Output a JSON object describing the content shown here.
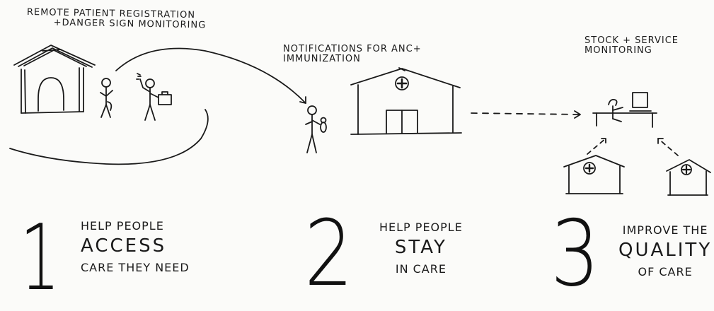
{
  "captions": {
    "registration": [
      "Remote patient registration",
      "+Danger sign monitoring"
    ],
    "notifications": [
      "Notifications for ANC+",
      "immunization"
    ],
    "stock": [
      "Stock + service",
      "monitoring"
    ]
  },
  "goals": [
    {
      "number": "1",
      "pre": "Help people",
      "key": "Access",
      "post": "care they need"
    },
    {
      "number": "2",
      "pre": "Help people",
      "key": "Stay",
      "post": "in care"
    },
    {
      "number": "3",
      "pre": "Improve the",
      "key": "Quality",
      "post": "of care"
    }
  ],
  "colors": {
    "ink": "#1a1a1a",
    "paper": "#fbfbf9"
  },
  "icons": [
    "hut-icon",
    "health-worker-icon",
    "mother-child-icon",
    "clinic-icon",
    "desk-computer-icon",
    "small-clinic-icon",
    "medical-cross-icon"
  ]
}
